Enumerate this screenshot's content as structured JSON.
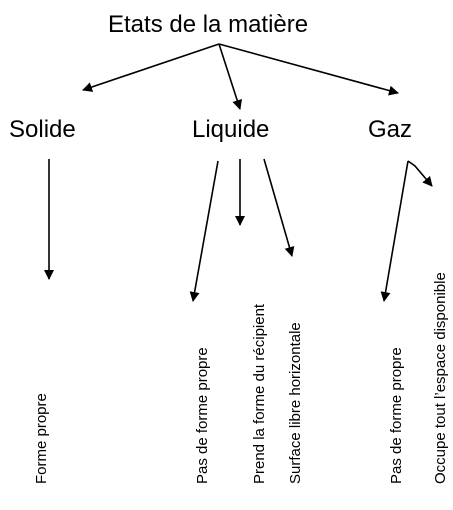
{
  "title": "Etats de la matière",
  "states": {
    "solide": {
      "label": "Solide",
      "properties": [
        "Forme propre"
      ]
    },
    "liquide": {
      "label": "Liquide",
      "properties": [
        "Pas de forme propre",
        "Prend la forme du récipient",
        "Surface libre horizontale"
      ]
    },
    "gaz": {
      "label": "Gaz",
      "properties": [
        "Pas de forme propre",
        "Occupe tout l’espace disponible"
      ]
    }
  }
}
